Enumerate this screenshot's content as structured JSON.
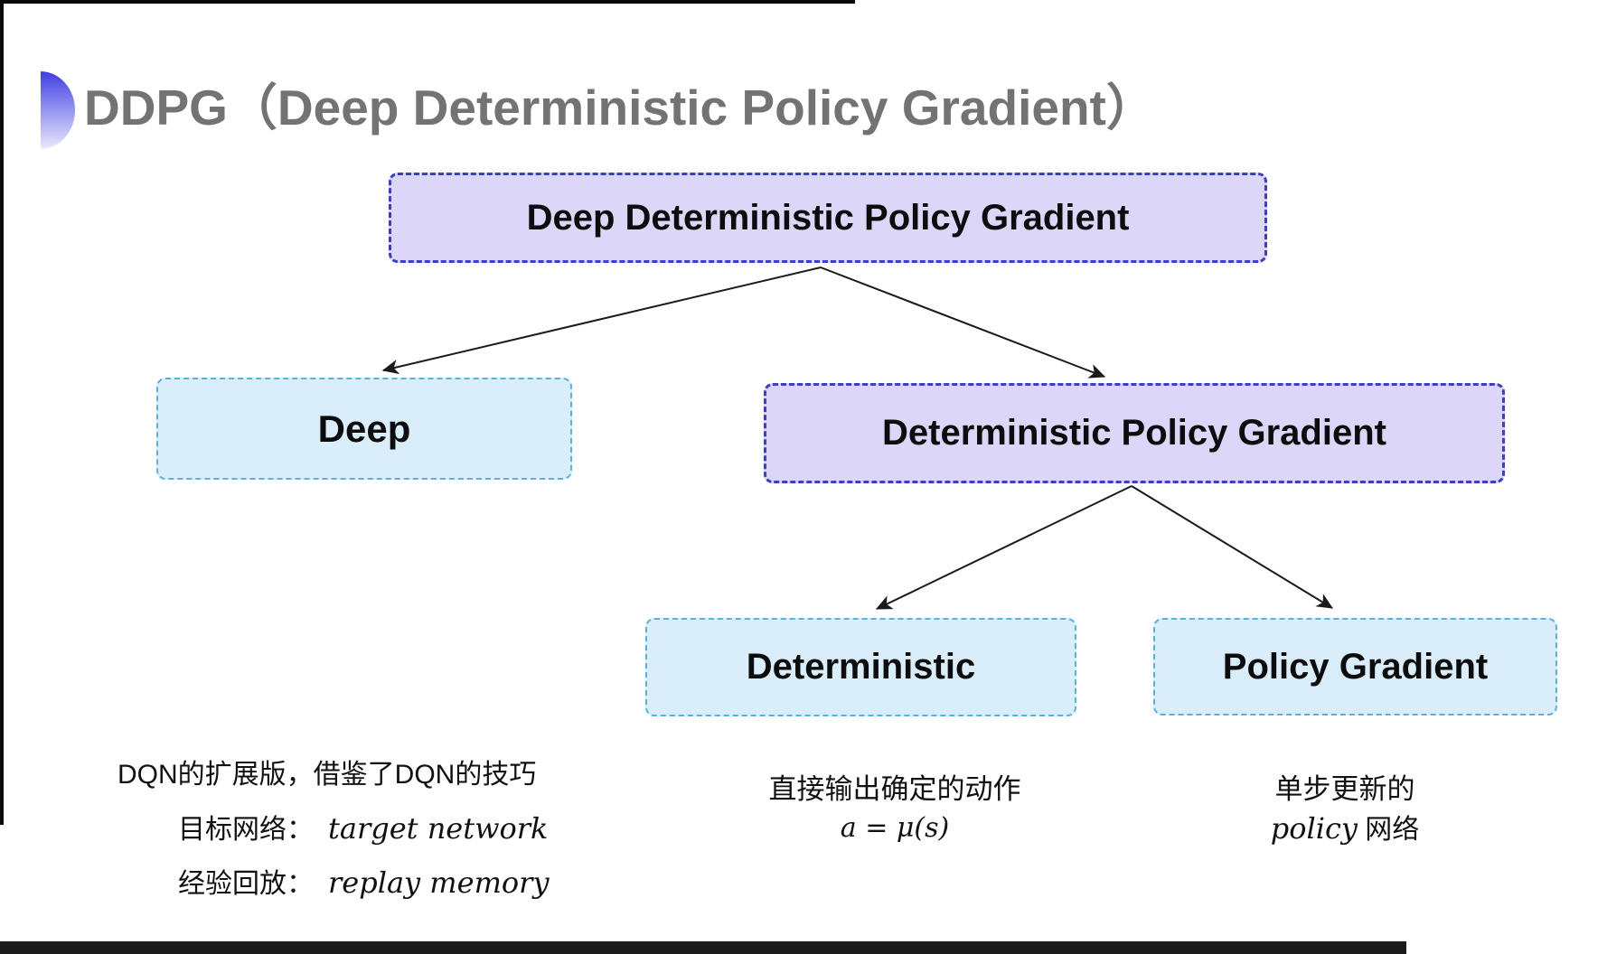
{
  "colors": {
    "background": "#ffffff",
    "frame": "#0a0a0a",
    "bottom_bar": "#1b1b1b",
    "title_text": "#737373",
    "node_text": "#0d0d0d",
    "purple_fill": "#dcd6f8",
    "purple_border": "#3c3ccd",
    "cyan_fill": "#d9eefa",
    "cyan_border": "#55b3e3",
    "note_text": "#111111",
    "arrow": "#1a1a1a",
    "icon_top": "#3f3fe3",
    "icon_bottom": "#eaeafc"
  },
  "header": {
    "title": "DDPG（Deep Deterministic Policy Gradient）",
    "icon": "blue-gradient-semicircle"
  },
  "tree": {
    "root": {
      "label": "Deep Deterministic Policy Gradient"
    },
    "level1": [
      {
        "label": "Deep"
      },
      {
        "label": "Deterministic Policy Gradient"
      }
    ],
    "level2": [
      {
        "label": "Deterministic"
      },
      {
        "label": "Policy Gradient"
      }
    ]
  },
  "notes": {
    "deep": {
      "line1": "DQN的扩展版，借鉴了DQN的技巧",
      "line2_zh": "目标网络：",
      "line2_en": "target network",
      "line3_zh": "经验回放：",
      "line3_en": "replay memory"
    },
    "deterministic": {
      "line1": "直接输出确定的动作",
      "formula": "a = μ(s)"
    },
    "policy_gradient": {
      "line1": "单步更新的",
      "line2_en": "policy",
      "line2_zh": " 网络"
    }
  }
}
